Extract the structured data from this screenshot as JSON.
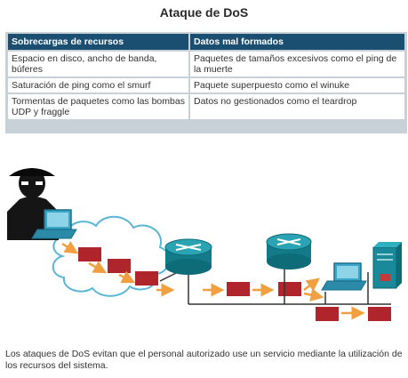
{
  "title": "Ataque de DoS",
  "table": {
    "headers": [
      "Sobrecargas de recursos",
      "Datos mal formados"
    ],
    "rows": [
      [
        "Espacio en disco, ancho de banda, búferes",
        "Paquetes de tamaños excesivos como el ping de la muerte"
      ],
      [
        "Saturación de ping como el smurf",
        "Paquete superpuesto como el winuke"
      ],
      [
        "Tormentas de paquetes como las bombas UDP y fraggle",
        "Datos no gestionados como el teardrop"
      ]
    ]
  },
  "caption": "Los ataques de DoS evitan que el personal autorizado use un servicio mediante la utilización de los recursos del sistema.",
  "colors": {
    "header_bg": "#1b4f72",
    "table_border": "#c9d1d8",
    "packet": "#b0242b",
    "arrow": "#f0a040",
    "cloud_stroke": "#5bb6d6",
    "router": "#1a8a9a"
  },
  "icons": [
    "hacker-icon",
    "laptop-icon",
    "cloud-icon",
    "router-icon",
    "server-icon",
    "packet-icon"
  ]
}
